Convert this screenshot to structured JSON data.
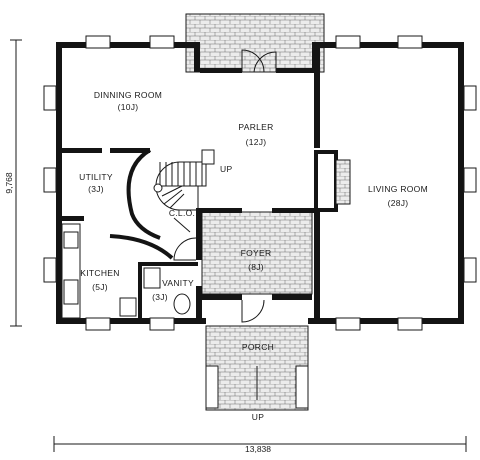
{
  "rooms": {
    "dinning_room": {
      "name": "DINNING ROOM",
      "size": "(10J)"
    },
    "parler": {
      "name": "PARLER",
      "size": "(12J)"
    },
    "living_room": {
      "name": "LIVING ROOM",
      "size": "(28J)"
    },
    "utility": {
      "name": "UTILITY",
      "size": "(3J)"
    },
    "clo": {
      "name": "C.L.O."
    },
    "foyer": {
      "name": "FOYER",
      "size": "(8J)"
    },
    "kitchen": {
      "name": "KITCHEN",
      "size": "(5J)"
    },
    "vanity": {
      "name": "VANITY",
      "size": "(3J)"
    },
    "porch": {
      "name": "PORCH"
    }
  },
  "stair_labels": {
    "main_stair": "UP",
    "porch_steps": "UP"
  },
  "dimensions": {
    "height": "9,768",
    "width": "13,838"
  },
  "colors": {
    "ink": "#141414",
    "paper": "#ffffff",
    "tile": "#e6e6e6"
  }
}
